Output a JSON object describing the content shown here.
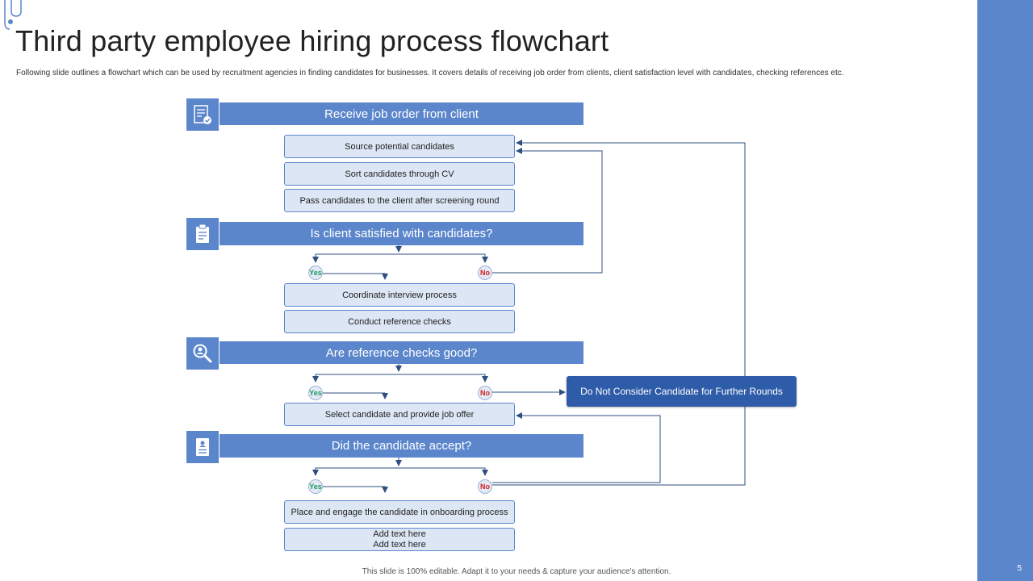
{
  "slide": {
    "title": "Third party employee hiring process flowchart",
    "subtitle": "Following slide outlines a flowchart which can be used by recruitment agencies in finding candidates for businesses. It covers details of receiving job order from clients, client satisfaction level with candidates, checking references etc.",
    "footer": "This slide is 100% editable. Adapt it to your needs & capture your audience's attention.",
    "page_number": "5"
  },
  "flow": {
    "headers": [
      {
        "label": "Receive job order from client",
        "icon": "checklist-icon"
      },
      {
        "label": "Is client satisfied with candidates?",
        "icon": "clipboard-icon"
      },
      {
        "label": "Are reference checks good?",
        "icon": "magnifier-person-icon"
      },
      {
        "label": "Did the candidate accept?",
        "icon": "document-person-icon"
      }
    ],
    "steps": [
      "Source potential candidates",
      "Sort candidates through CV",
      "Pass candidates to the client after screening round",
      "Coordinate interview process",
      "Conduct reference checks",
      "Select candidate and provide job offer",
      "Place and engage the candidate in onboarding process"
    ],
    "placeholder_lines": [
      "Add text here",
      "Add text here"
    ],
    "yes_label": "Yes",
    "no_label": "No",
    "reject_label": "Do Not Consider Candidate  for Further Rounds"
  },
  "colors": {
    "accent": "#5b86cc",
    "dark_accent": "#2f5ca8",
    "step_fill": "#dce6f4",
    "yes": "#1f9a5a",
    "no": "#d01f1f"
  }
}
